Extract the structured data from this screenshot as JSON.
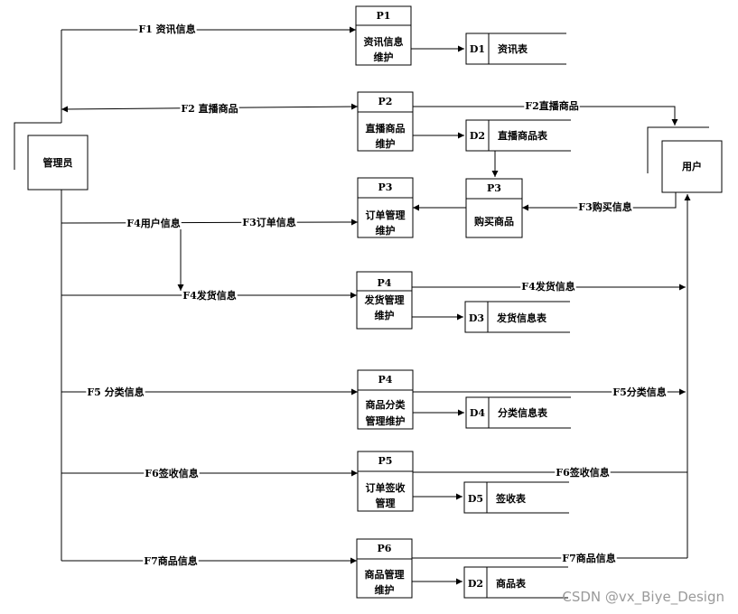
{
  "entities": {
    "admin": "管理员",
    "user": "用户"
  },
  "processes": [
    {
      "id": "P1",
      "line1": "资讯信息",
      "line2": "维护"
    },
    {
      "id": "P2",
      "line1": "直播商品",
      "line2": "维护"
    },
    {
      "id": "P3",
      "line1": "订单管理",
      "line2": "维护"
    },
    {
      "id": "P3",
      "line1": "购买商品",
      "line2": ""
    },
    {
      "id": "P4",
      "line1": "发货管理",
      "line2": "维护"
    },
    {
      "id": "P4",
      "line1": "商品分类",
      "line2": "管理维护"
    },
    {
      "id": "P5",
      "line1": "订单签收",
      "line2": "管理"
    },
    {
      "id": "P6",
      "line1": "商品管理",
      "line2": "维护"
    }
  ],
  "stores": [
    {
      "id": "D1",
      "name": "资讯表"
    },
    {
      "id": "D2",
      "name": "直播商品表"
    },
    {
      "id": "D3",
      "name": "发货信息表"
    },
    {
      "id": "D4",
      "name": "分类信息表"
    },
    {
      "id": "D5",
      "name": "签收表"
    },
    {
      "id": "D2",
      "name": "商品表"
    }
  ],
  "flows": {
    "f1": "F1 资讯信息",
    "f2_left": "F2 直播商品",
    "f2_right": "F2直播商品",
    "f3_user": "F3购买信息",
    "f3_order": "F3订单信息",
    "f4_user_info": "F4用户信息",
    "f4_ship_left": "F4发货信息",
    "f4_ship_right": "F4发货信息",
    "f5_left": "F5 分类信息",
    "f5_right": "F5分类信息",
    "f6_left": "F6签收信息",
    "f6_right": "F6签收信息",
    "f7_left": "F7商品信息",
    "f7_right": "F7商品信息"
  },
  "watermark": "CSDN @vx_Biye_Design"
}
